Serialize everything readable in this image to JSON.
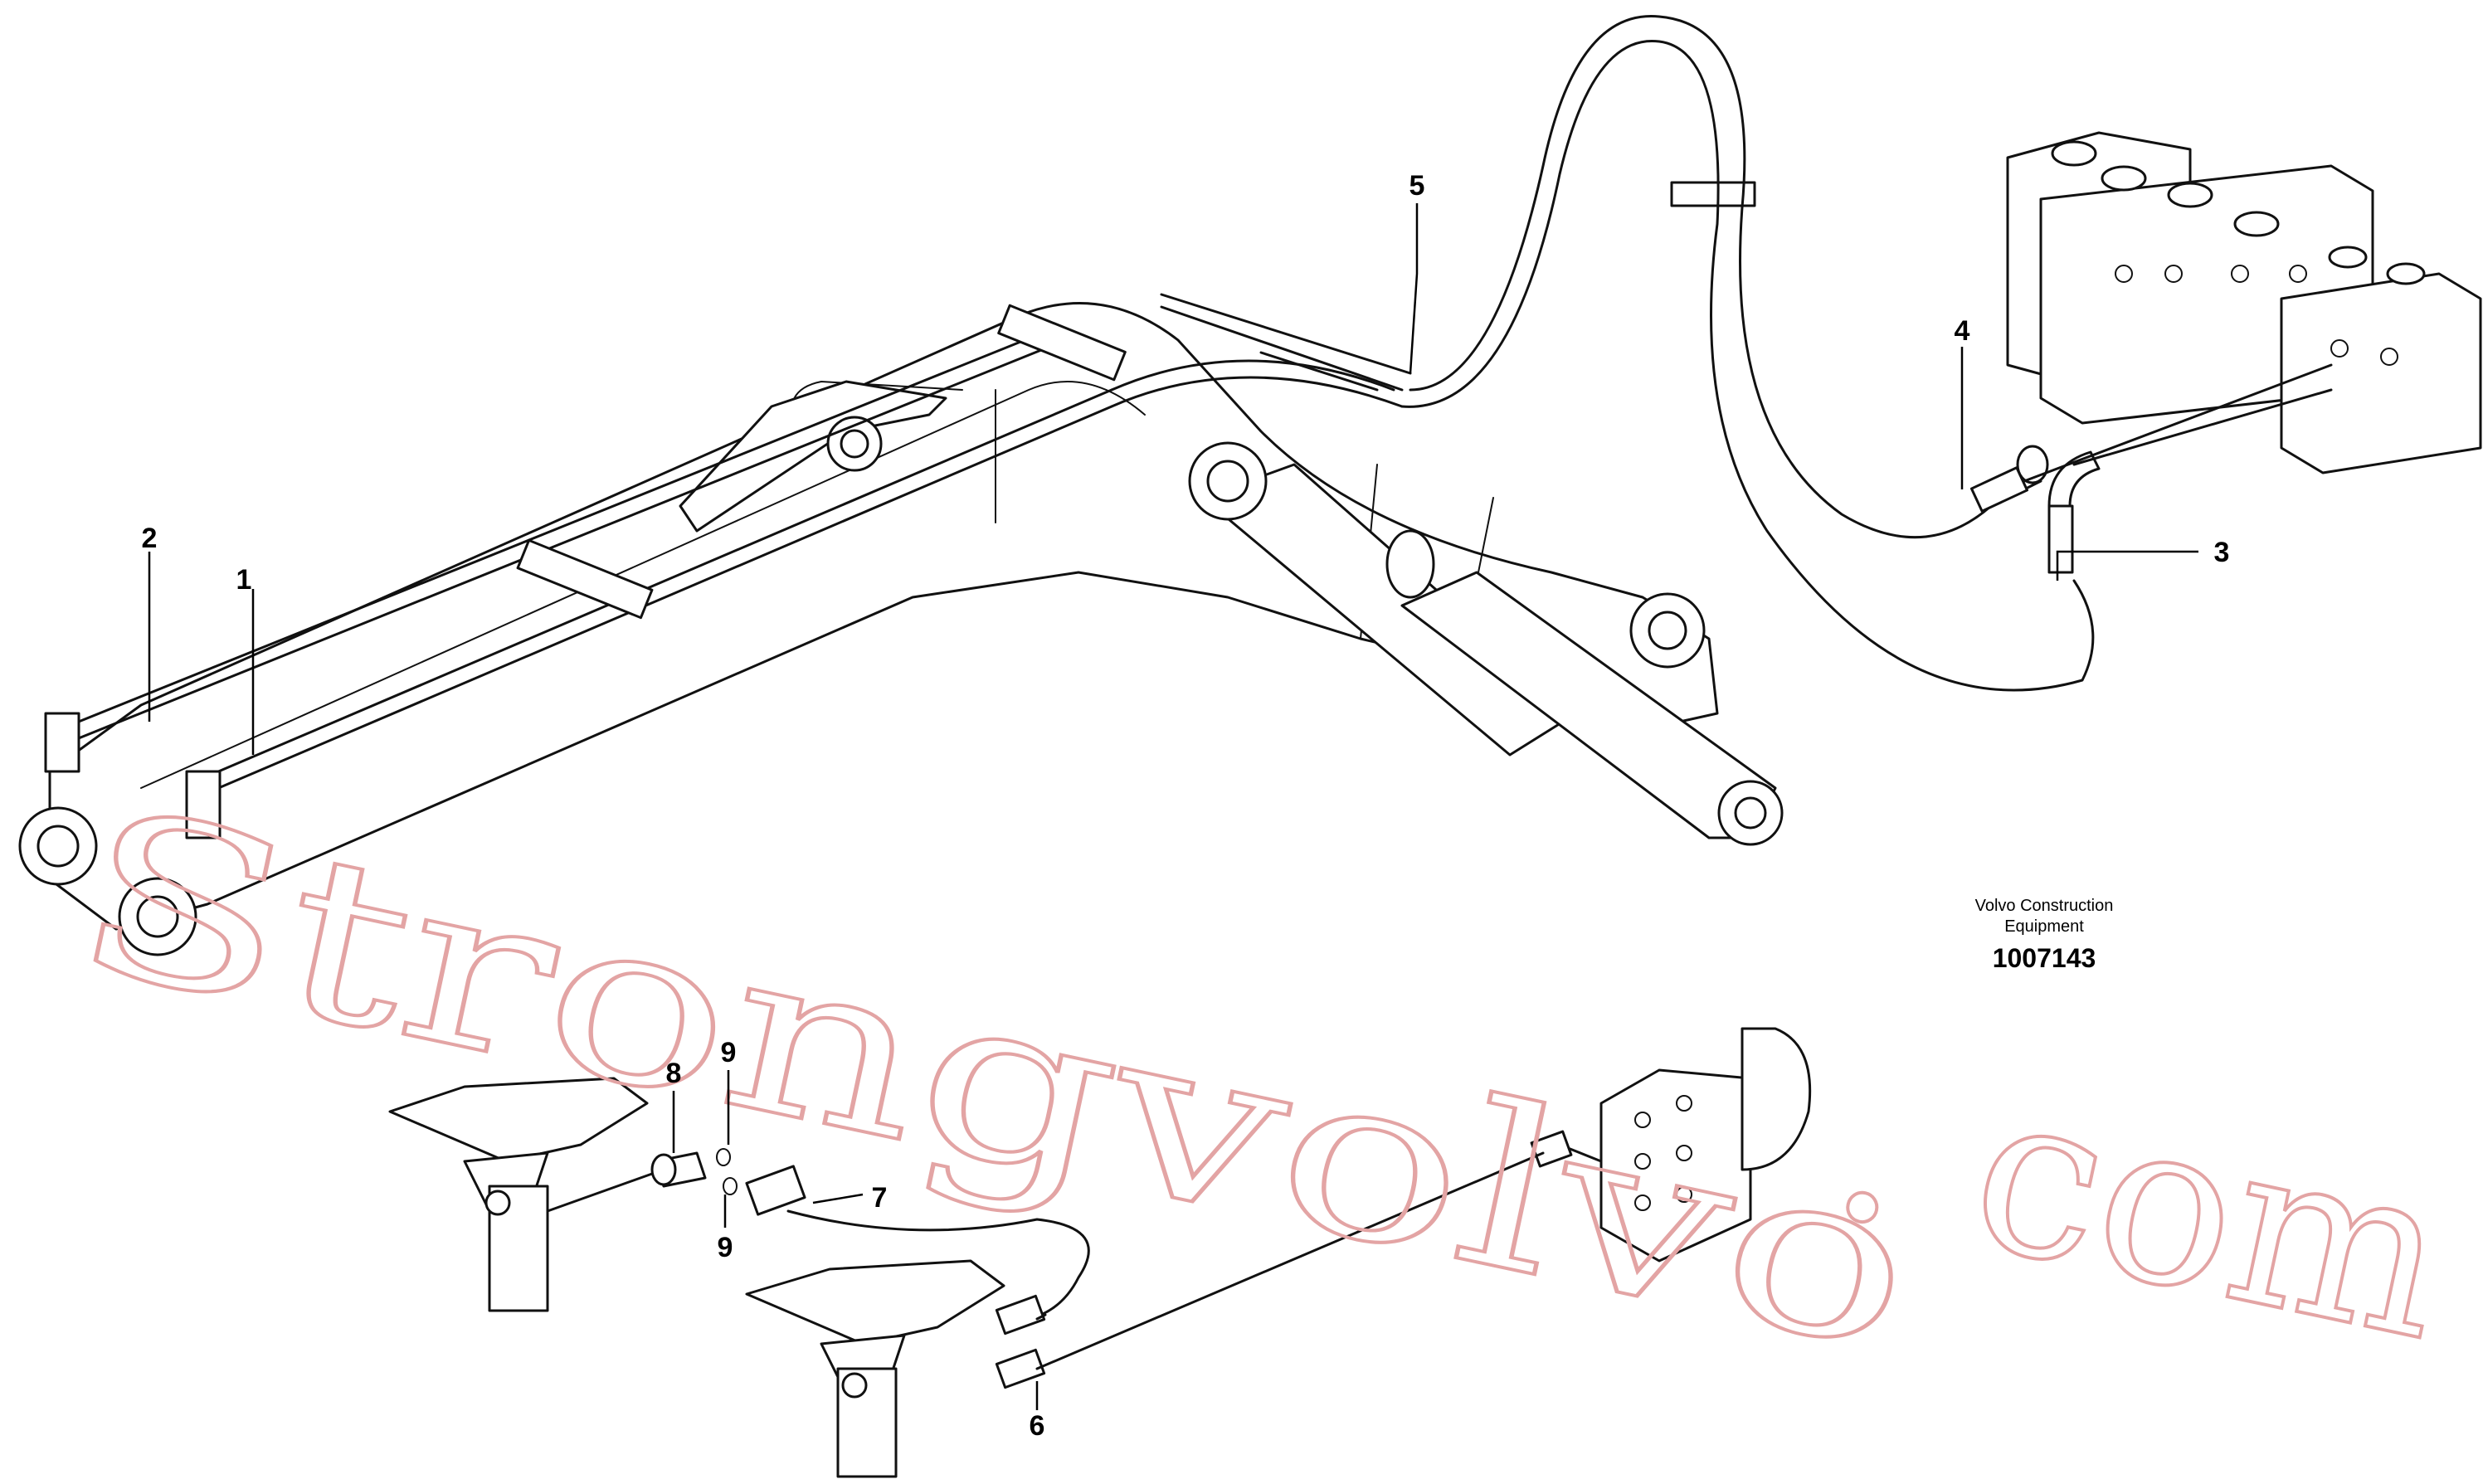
{
  "callouts": [
    {
      "id": "c1",
      "label": "1"
    },
    {
      "id": "c2",
      "label": "2"
    },
    {
      "id": "c3",
      "label": "3"
    },
    {
      "id": "c4",
      "label": "4"
    },
    {
      "id": "c5",
      "label": "5"
    },
    {
      "id": "c6",
      "label": "6"
    },
    {
      "id": "c7",
      "label": "7"
    },
    {
      "id": "c8",
      "label": "8"
    },
    {
      "id": "c9a",
      "label": "9"
    },
    {
      "id": "c9b",
      "label": "9"
    }
  ],
  "caption": {
    "line1": "Volvo Construction",
    "line2": "Equipment",
    "ref": "1007143"
  },
  "watermark": {
    "part1": "Strongvolvo",
    "part2": ". com",
    "color": "#e3a4a4"
  }
}
